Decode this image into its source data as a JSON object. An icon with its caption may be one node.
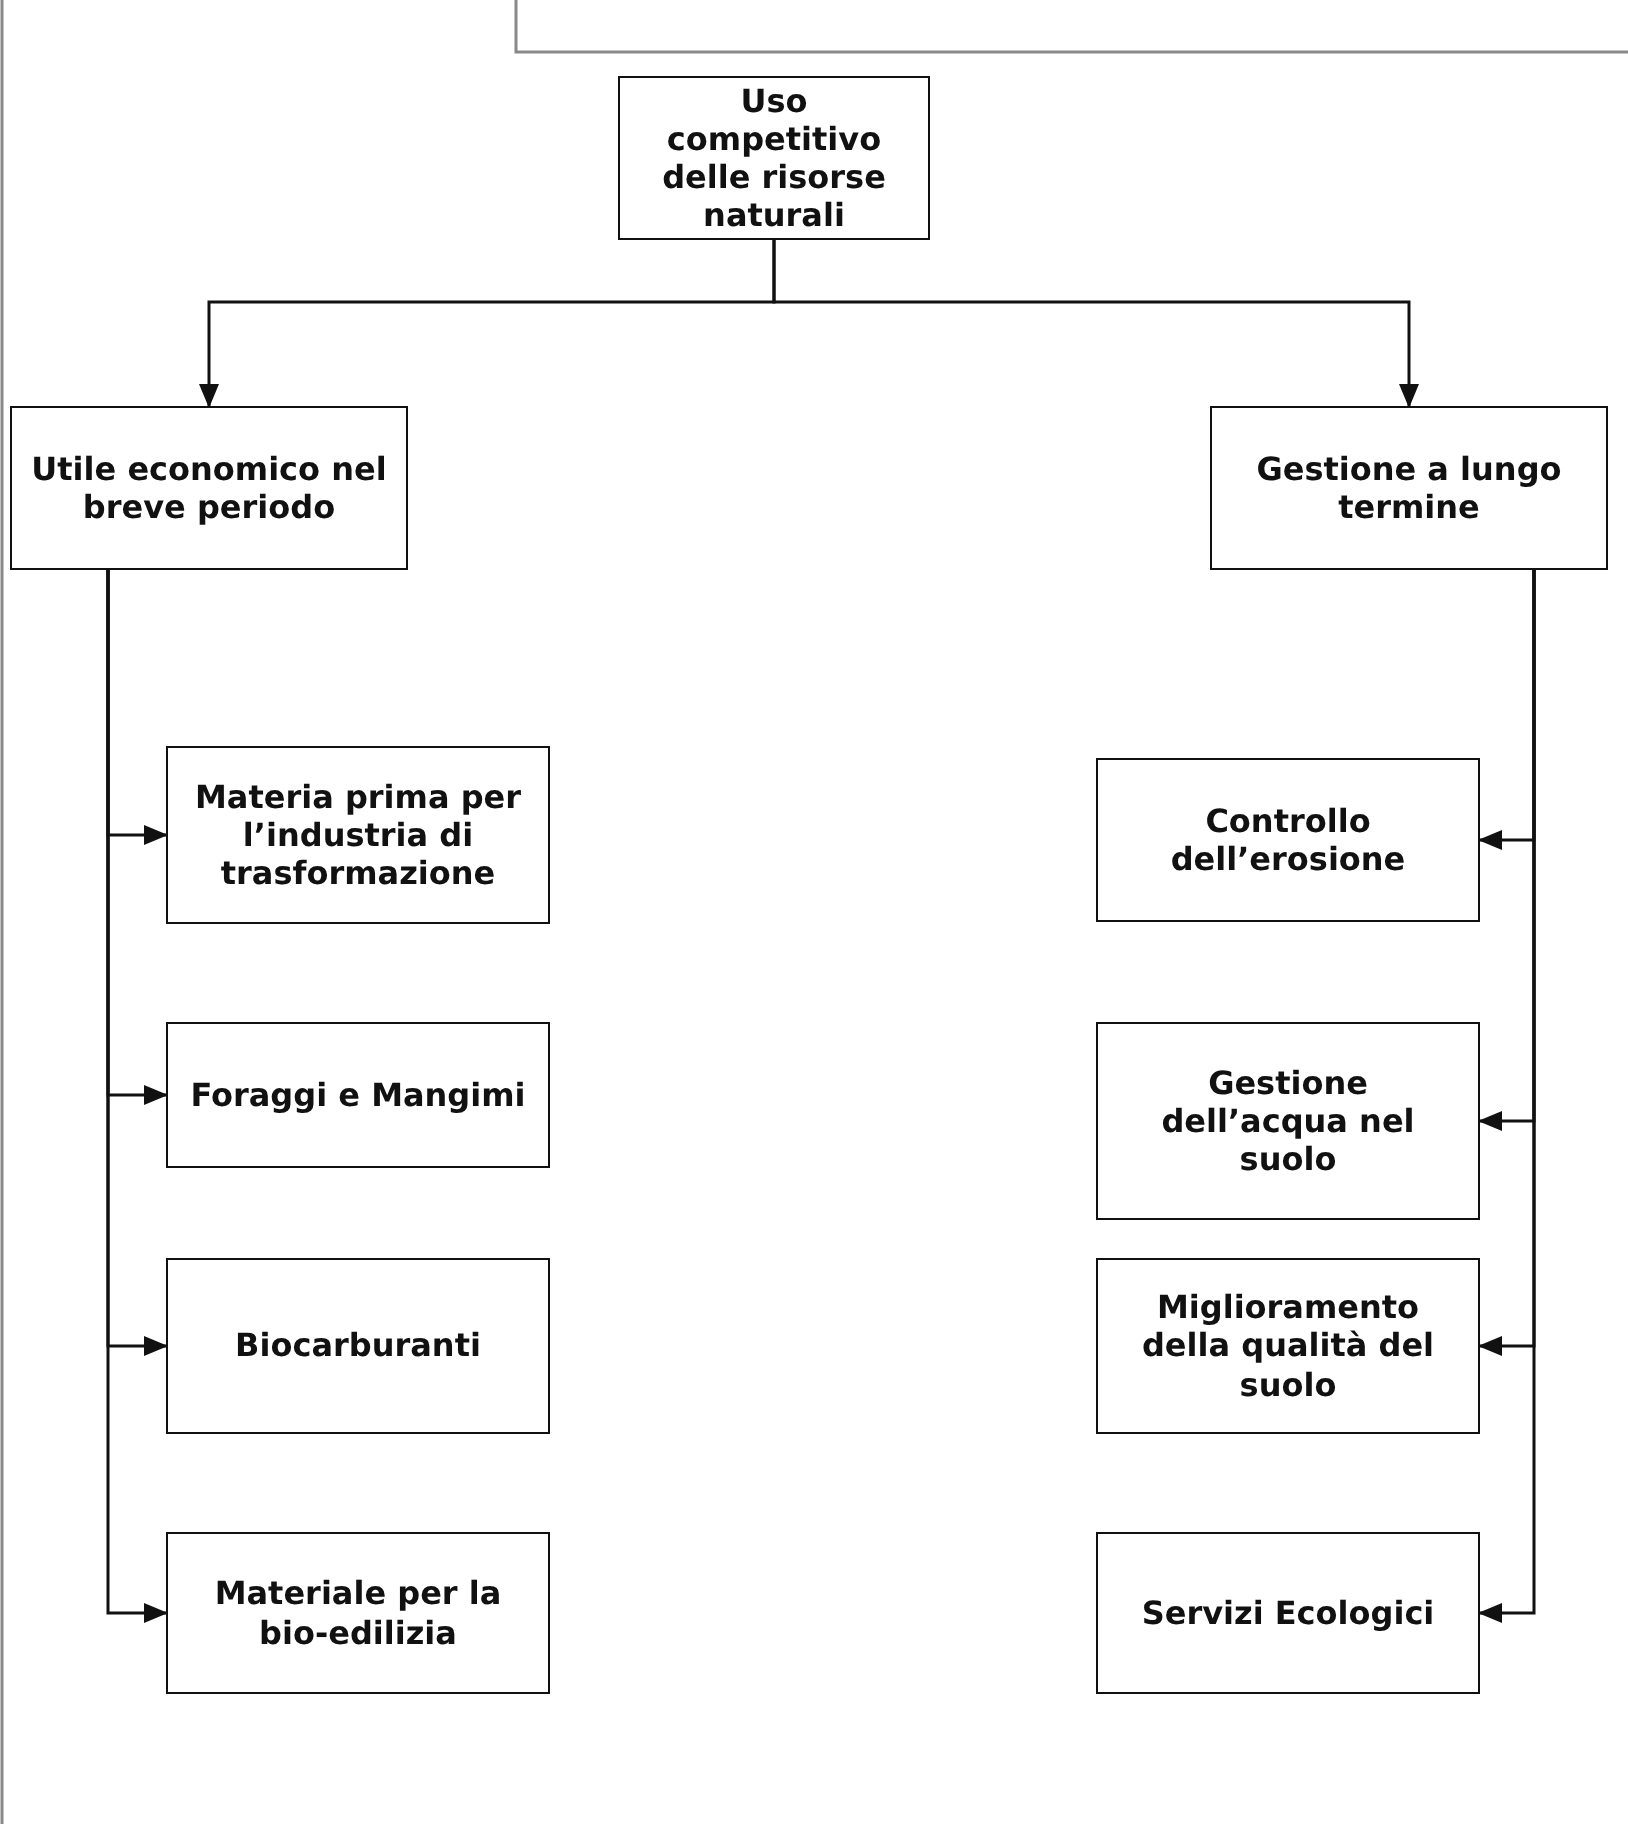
{
  "diagram": {
    "nodes": [
      {
        "text": [
          "Uso competitivo delle risorse naturali"
        ]
      },
      {
        "text": [
          "Utile economico nel breve periodo"
        ]
      },
      {
        "text": [
          "Gestione a lungo termine"
        ]
      },
      {
        "text": [
          "Materia prima per l’industria di trasformazione"
        ]
      },
      {
        "text": [
          "Foraggi e Mangimi"
        ]
      },
      {
        "text": [
          "Biocarburanti"
        ]
      },
      {
        "text": [
          "Materiale per la bio-edilizia"
        ]
      },
      {
        "text": [
          "Controllo dell’erosione"
        ]
      },
      {
        "text": [
          "Gestione dell’acqua nel suolo"
        ]
      },
      {
        "text": [
          "Miglioramento della qualità del suolo"
        ]
      },
      {
        "text": [
          "Servizi Ecologici"
        ]
      }
    ],
    "edges": [
      {
        "from": 0,
        "to": 1,
        "arrow": "to"
      },
      {
        "from": 0,
        "to": 2,
        "arrow": "to"
      },
      {
        "from": 1,
        "to": 3,
        "arrow": "to"
      },
      {
        "from": 1,
        "to": 4,
        "arrow": "to"
      },
      {
        "from": 1,
        "to": 5,
        "arrow": "to"
      },
      {
        "from": 1,
        "to": 6,
        "arrow": "to"
      },
      {
        "from": 2,
        "to": 7,
        "arrow": "to"
      },
      {
        "from": 2,
        "to": 8,
        "arrow": "to"
      },
      {
        "from": 2,
        "to": 9,
        "arrow": "to"
      },
      {
        "from": 2,
        "to": 10,
        "arrow": "to"
      }
    ]
  }
}
